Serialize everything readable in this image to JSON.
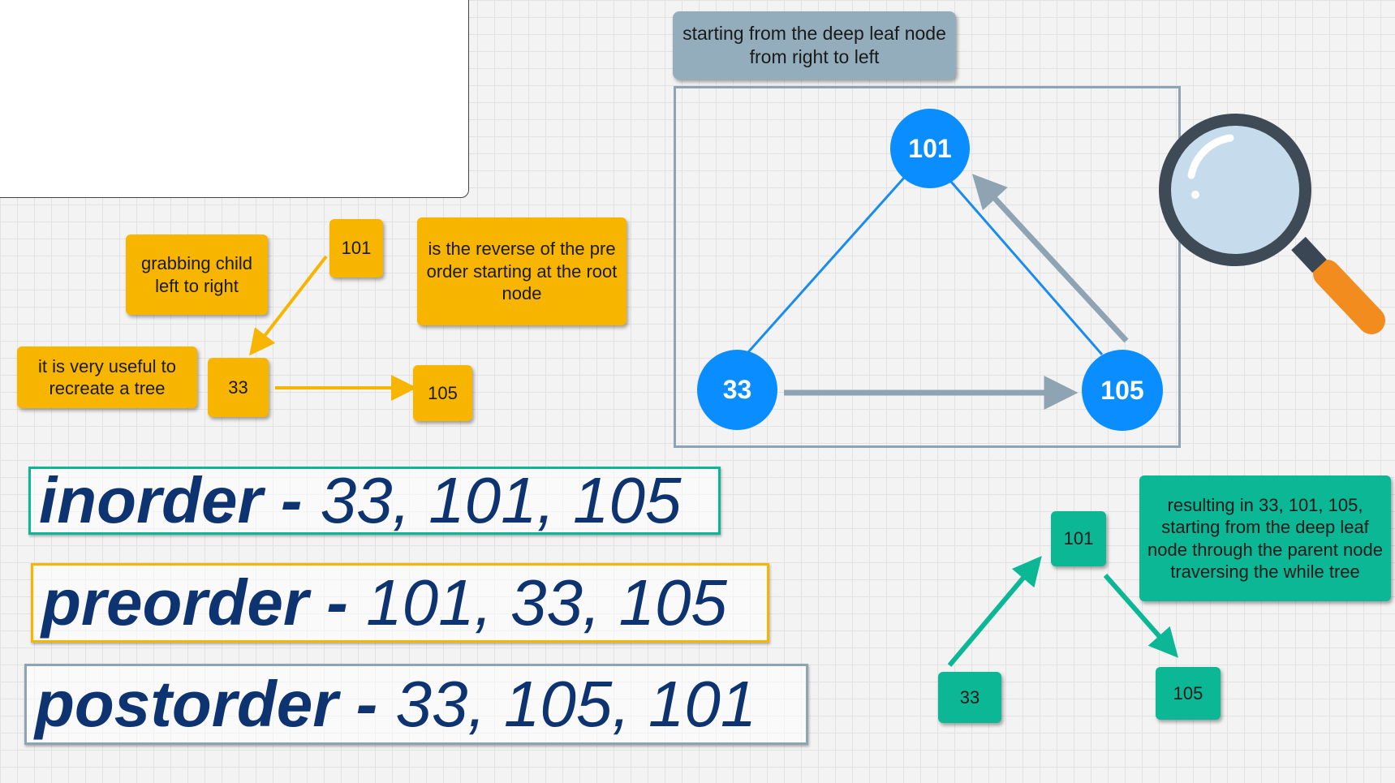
{
  "notes": {
    "grabbing": "grabbing child left to right",
    "reverse": "is the reverse of the pre order starting at the root node",
    "useful": "it is very useful to recreate a tree",
    "deep_leaf": "starting from the deep leaf node from right to left",
    "resulting": "resulting in 33, 101, 105, starting from the deep leaf node through the parent node traversing the while tree"
  },
  "orange_tree": {
    "root": "101",
    "left": "33",
    "right": "105"
  },
  "blue_tree": {
    "root": "101",
    "left": "33",
    "right": "105"
  },
  "teal_tree": {
    "root": "101",
    "left": "33",
    "right": "105"
  },
  "traversals": {
    "inorder": {
      "label": "inorder - ",
      "sequence": "33, 101, 105"
    },
    "preorder": {
      "label": "preorder - ",
      "sequence": "101, 33, 105"
    },
    "postorder": {
      "label": "postorder - ",
      "sequence": "33, 105, 101"
    }
  },
  "icons": {
    "magnifier": "magnifying-glass-icon"
  },
  "colors": {
    "orange": "#f7b500",
    "teal": "#0bb794",
    "slate": "#93adbc",
    "node_blue": "#0a8dff",
    "text_navy": "#0d3470"
  }
}
